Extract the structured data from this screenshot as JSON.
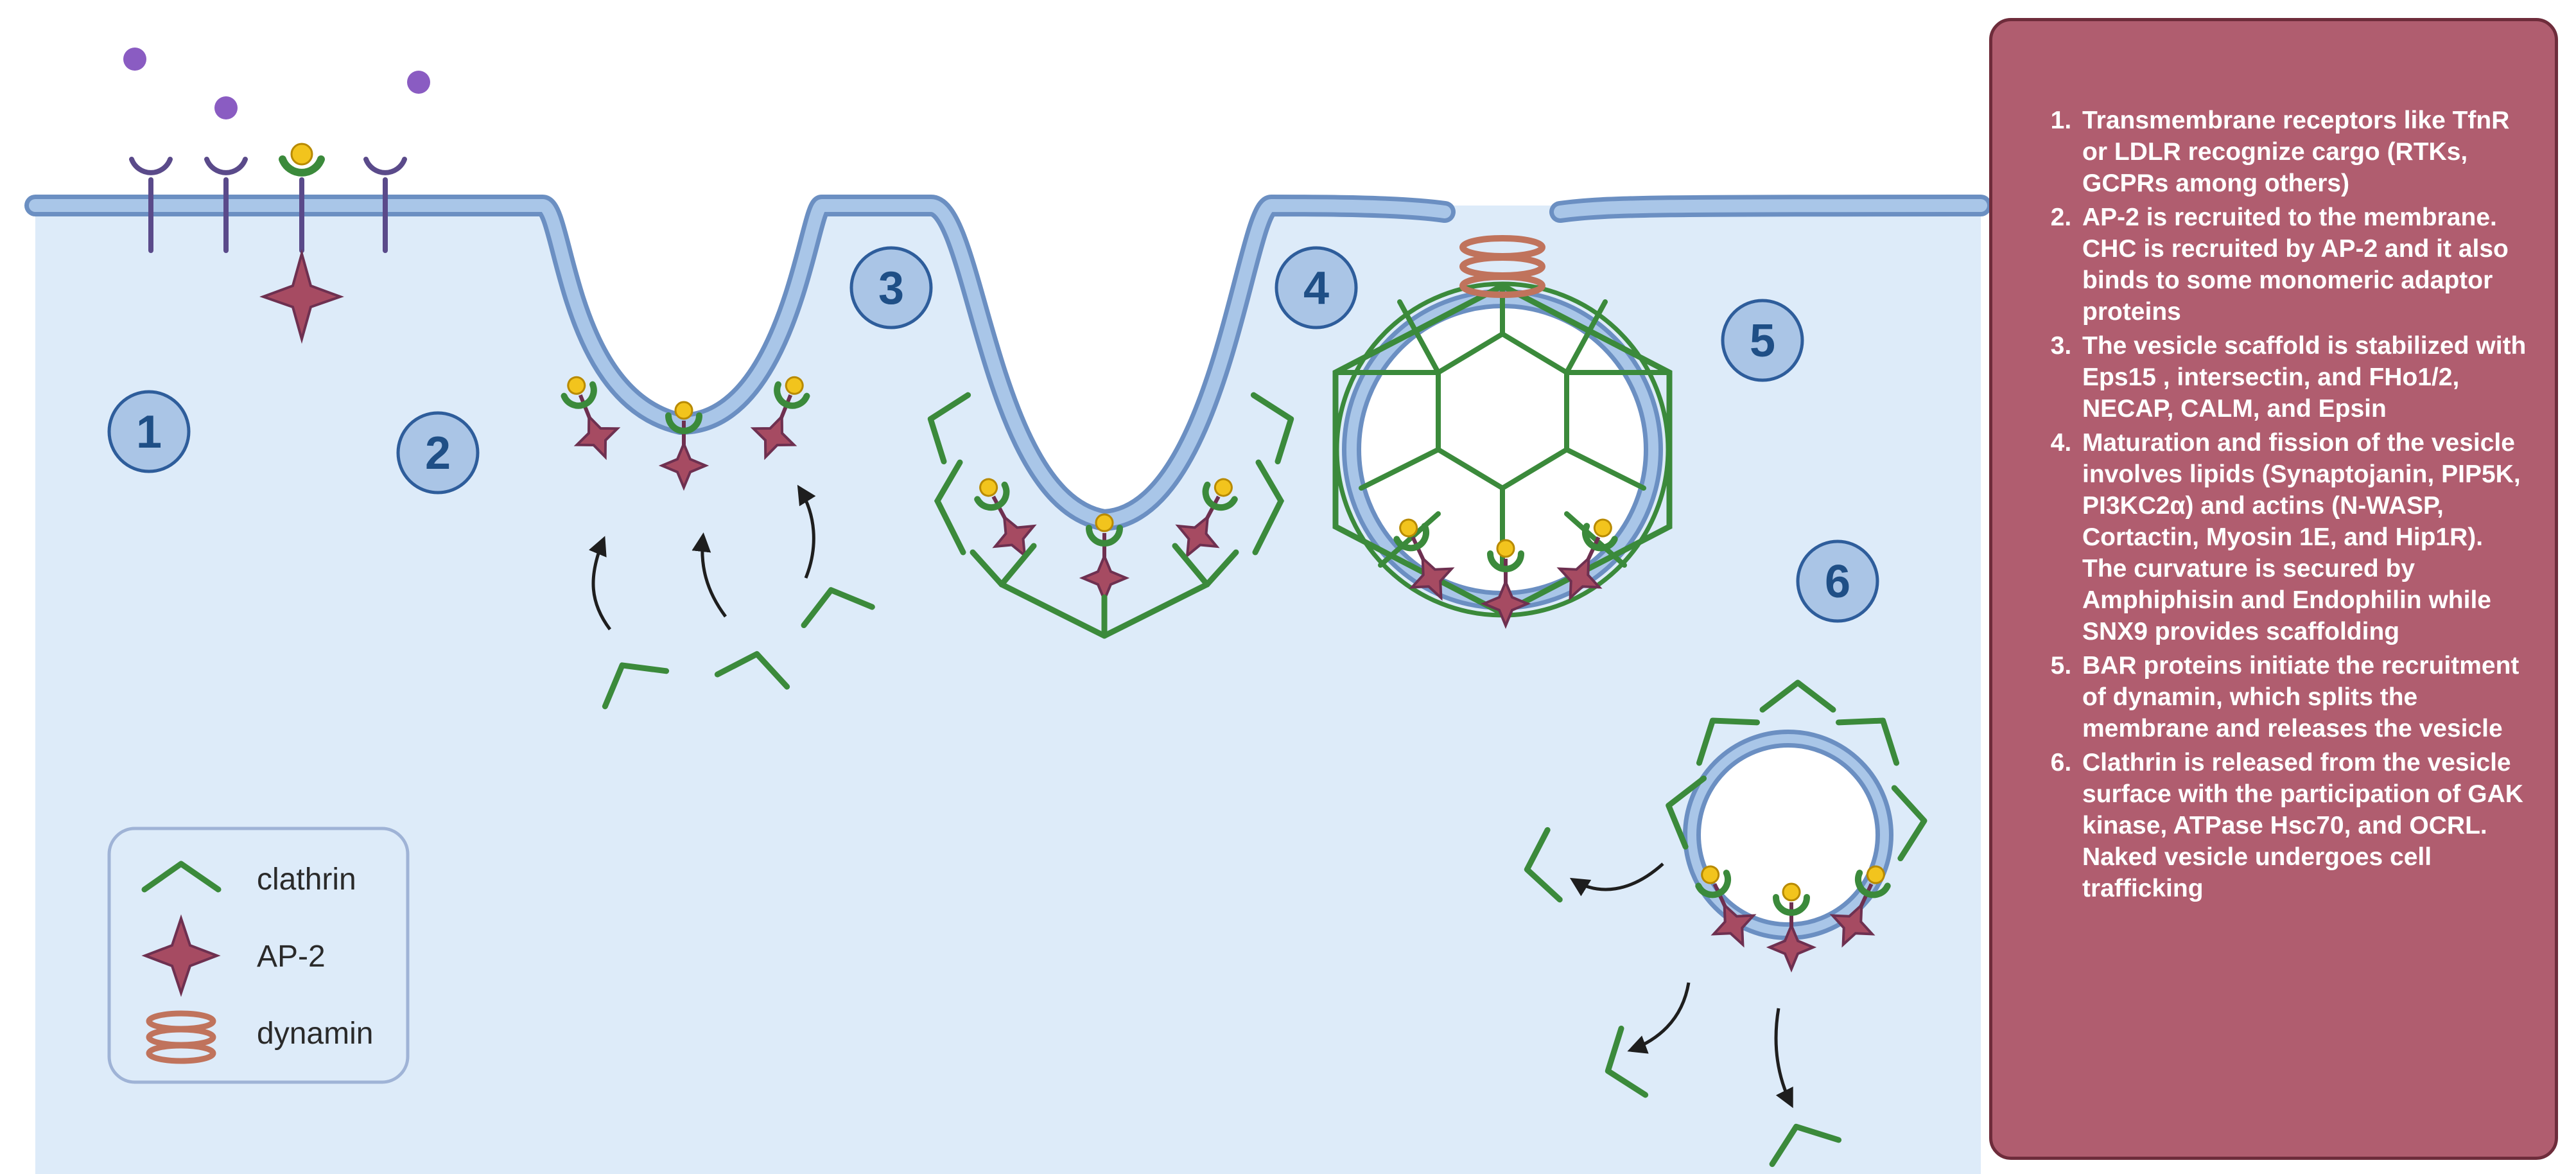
{
  "step_numbers": [
    "1",
    "2",
    "3",
    "4",
    "5",
    "6"
  ],
  "legend": {
    "items": [
      {
        "label": "clathrin",
        "icon": "clathrin-icon"
      },
      {
        "label": "AP-2",
        "icon": "ap2-star-icon"
      },
      {
        "label": "dynamin",
        "icon": "dynamin-icon"
      }
    ]
  },
  "steps": [
    "Transmembrane receptors like TfnR or LDLR recognize cargo (RTKs, GCPRs among others)",
    "AP-2 is recruited to the membrane. CHC is recruited by AP-2 and it also binds to some monomeric adaptor proteins",
    "The vesicle scaffold is stabilized with Eps15 , intersectin, and FHo1/2, NECAP, CALM, and Epsin",
    "Maturation and fission of the vesicle involves lipids (Synaptojanin, PIP5K, PI3KC2α) and actins (N-WASP, Cortactin, Myosin 1E, and Hip1R). The curvature is secured by Amphiphisin and Endophilin while SNX9 provides scaffolding",
    "BAR proteins  initiate the recruitment of dynamin, which splits the membrane and releases the vesicle",
    "Clathrin is released from the vesicle surface with the participation of GAK kinase, ATPase Hsc70, and OCRL. Naked vesicle undergoes cell trafficking"
  ],
  "colors": {
    "cytoplasm": "#ddebf9",
    "membrane": "#9fbde0",
    "membrane_edge": "#6b8fc2",
    "clathrin": "#3b8a3b",
    "ap2": "#a64b62",
    "receptor": "#5a4a8a",
    "cargo": "#8a5cc2",
    "cargo_bound": "#f2c41d",
    "dynamin": "#c0735c",
    "panel": "#b05d6f"
  }
}
